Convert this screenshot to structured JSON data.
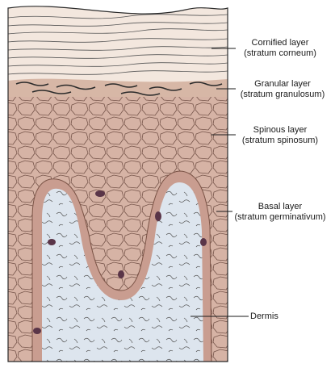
{
  "diagram": {
    "labels": [
      {
        "id": "cornified",
        "line1": "Cornified layer",
        "line2": "(stratum corneum)"
      },
      {
        "id": "granular",
        "line1": "Granular layer",
        "line2": "(stratum granulosum)"
      },
      {
        "id": "spinous",
        "line1": "Spinous layer",
        "line2": "(stratum spinosum)"
      },
      {
        "id": "basal",
        "line1": "Basal layer",
        "line2": "(stratum germinativum)"
      },
      {
        "id": "dermis",
        "line1": "Dermis",
        "line2": ""
      }
    ]
  },
  "colors": {
    "cornified": "#f3e7de",
    "granular": "#d7b7a6",
    "spinous": "#d6b3a5",
    "basal": "#c99d90",
    "dermis": "#dde5ee",
    "nucleus": "#5a3548",
    "ink": "#2b2b2b"
  }
}
